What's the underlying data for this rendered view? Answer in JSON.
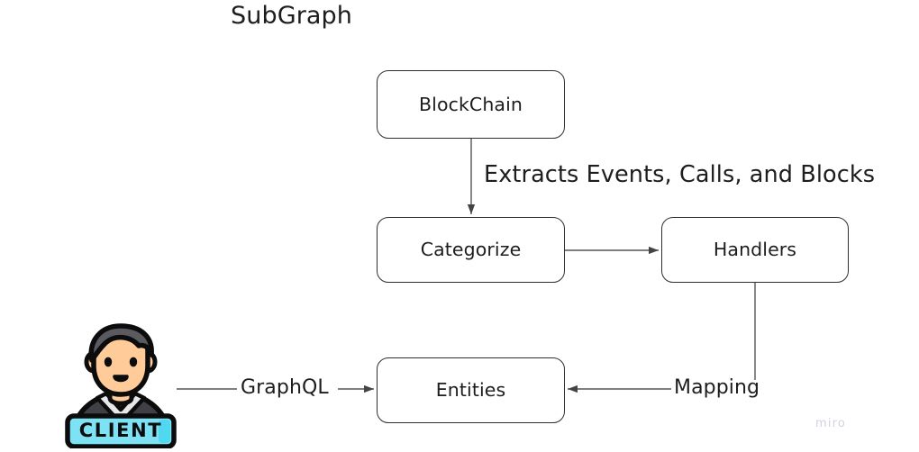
{
  "diagram": {
    "title": "SubGraph",
    "background_color": "#ffffff",
    "node_border_color": "#2f2f2f",
    "text_color": "#1d1d1d",
    "edge_color": "#555555",
    "nodes": [
      {
        "id": "blockchain",
        "label": "BlockChain"
      },
      {
        "id": "categorize",
        "label": "Categorize"
      },
      {
        "id": "handlers",
        "label": "Handlers"
      },
      {
        "id": "entities",
        "label": "Entities"
      }
    ],
    "edge_labels": {
      "extracts": "Extracts Events, Calls, and Blocks",
      "graphql": "GraphQL",
      "mapping": "Mapping"
    },
    "actor": {
      "name": "client-avatar",
      "badge_text": "CLIENT",
      "badge_color": "#7DE3F4",
      "badge_highlight_color": "#4FD8F0",
      "skin_color": "#FFCC99",
      "hair_color": "#5B5A61",
      "shirt_color": "#3F3F46"
    },
    "watermark": "miro"
  }
}
